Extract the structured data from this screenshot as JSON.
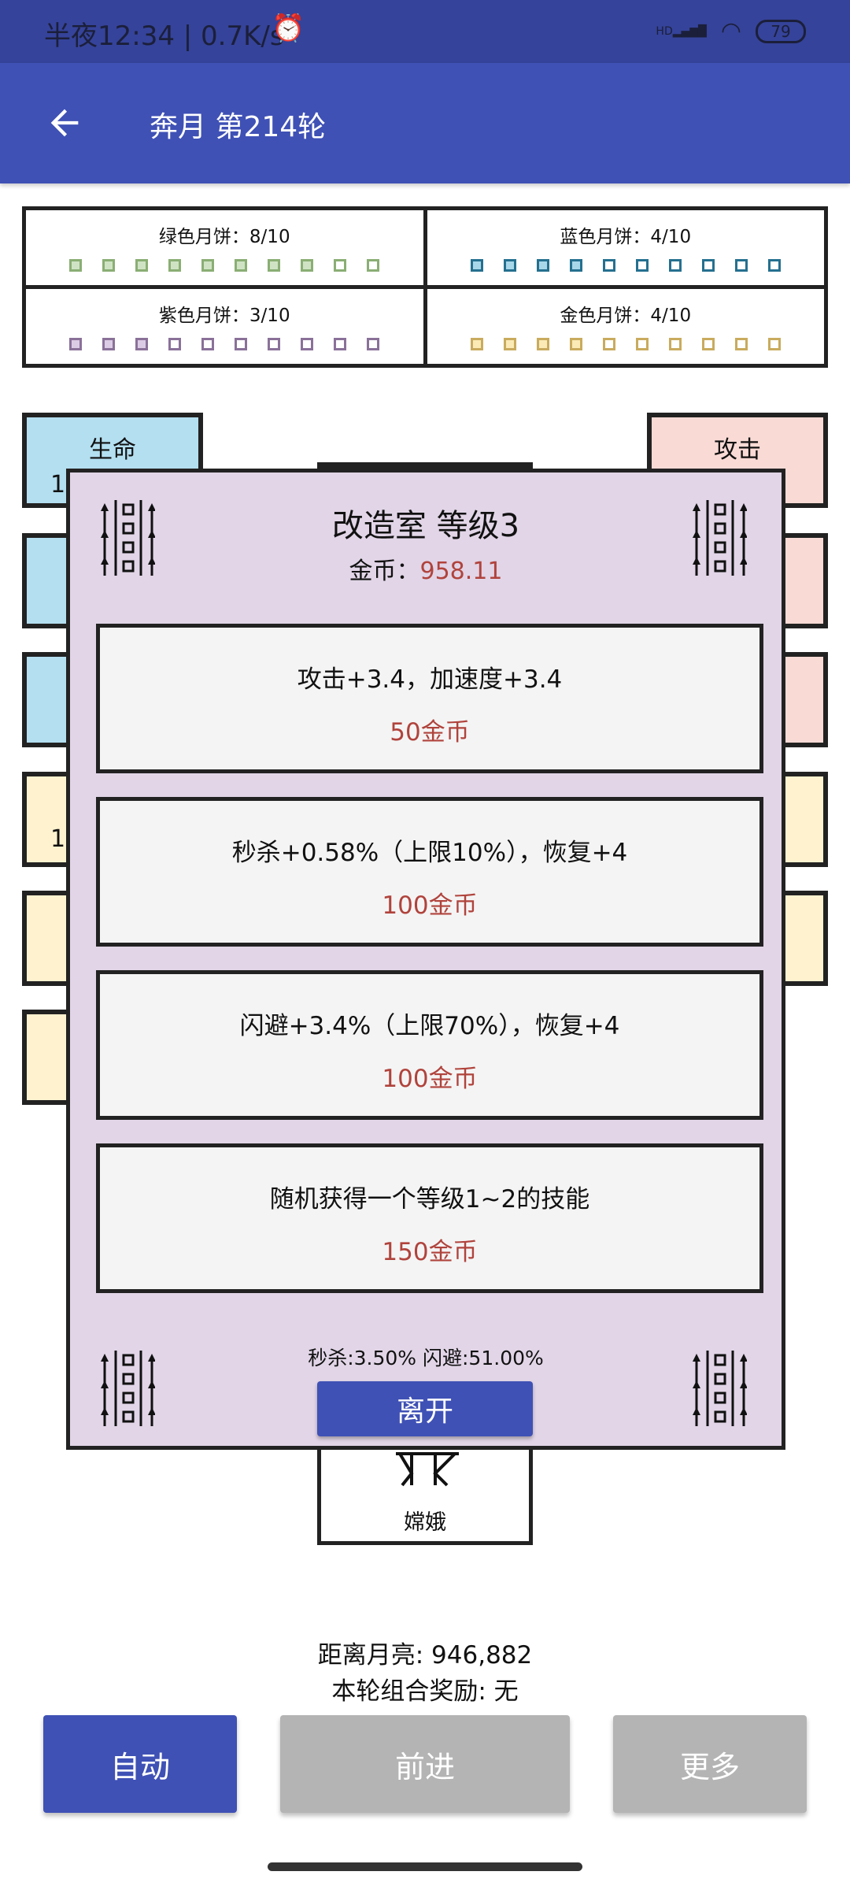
{
  "status_bar": {
    "time": "半夜12:34 | 0.7K/s",
    "battery": "79",
    "signal_label": "HD"
  },
  "app_bar": {
    "title": "奔月 第214轮"
  },
  "mooncakes": [
    {
      "label": "绿色月饼：8/10",
      "count": 8,
      "total": 10,
      "color": "#8aae74",
      "fill": "#cfe3c4"
    },
    {
      "label": "蓝色月饼：4/10",
      "count": 4,
      "total": 10,
      "color": "#25708f",
      "fill": "#a9d7ea"
    },
    {
      "label": "紫色月饼：3/10",
      "count": 3,
      "total": 10,
      "color": "#8a7199",
      "fill": "#dccbe5"
    },
    {
      "label": "金色月饼：4/10",
      "count": 4,
      "total": 10,
      "color": "#c9ab5e",
      "fill": "#fbeab6"
    }
  ],
  "tiles": {
    "left_top": "生命",
    "right_top": "攻击",
    "left_frag_1": "1",
    "left_frag_4": "1"
  },
  "modal": {
    "title": "改造室 等级3",
    "gold_label": "金币：",
    "gold_value": "958.11",
    "options": [
      {
        "desc": "攻击+3.4，加速度+3.4",
        "cost": "50金币"
      },
      {
        "desc": "秒杀+0.58%（上限10%），恢复+4",
        "cost": "100金币"
      },
      {
        "desc": "闪避+3.4%（上限70%），恢复+4",
        "cost": "100金币"
      },
      {
        "desc": "随机获得一个等级1~2的技能",
        "cost": "150金币"
      }
    ],
    "stats": "秒杀:3.50% 闪避:51.00%",
    "leave_label": "离开"
  },
  "character": {
    "name": "嫦娥"
  },
  "footer": {
    "distance": "距离月亮: 946,882",
    "reward": "本轮组合奖励: 无"
  },
  "buttons": {
    "auto": "自动",
    "forward": "前进",
    "more": "更多"
  },
  "colors": {
    "primary": "#3f51b5",
    "disabled": "#b4b4b4",
    "cost": "#b0433c"
  }
}
